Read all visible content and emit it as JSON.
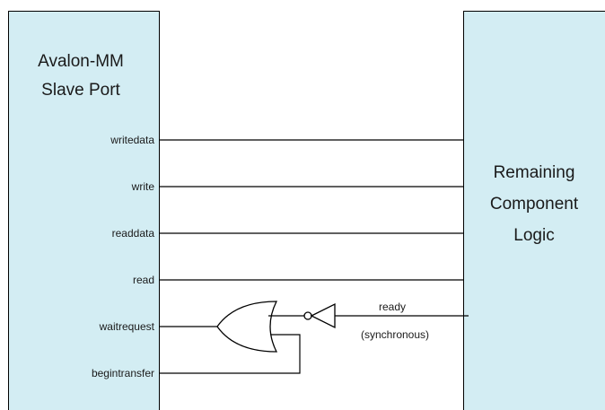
{
  "slave_port": {
    "title_lines": [
      "Avalon-MM",
      "Slave Port"
    ],
    "signals": [
      "writedata",
      "write",
      "readdata",
      "read",
      "waitrequest",
      "begintransfer"
    ]
  },
  "component_logic": {
    "title_lines": [
      "Remaining",
      "Component",
      "Logic"
    ]
  },
  "ready_signal": {
    "label": "ready",
    "sublabel": "(synchronous)"
  }
}
